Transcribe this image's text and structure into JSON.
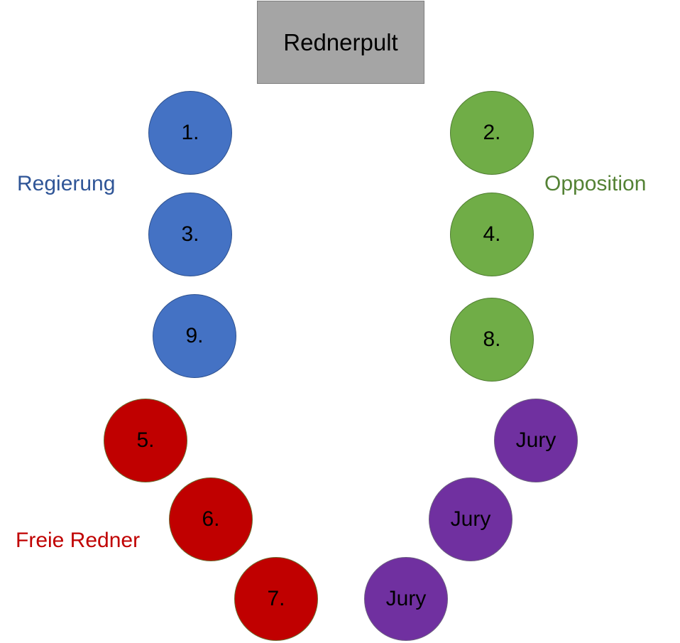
{
  "podium": {
    "label": "Rednerpult"
  },
  "groups": {
    "regierung": {
      "label": "Regierung",
      "color": "#2f5597",
      "fill": "#4472c4",
      "stroke": "#2f528f"
    },
    "opposition": {
      "label": "Opposition",
      "color": "#548235",
      "fill": "#70ad47",
      "stroke": "#507e32"
    },
    "freie_redner": {
      "label": "Freie Redner",
      "color": "#c00000",
      "fill": "#c00000",
      "stroke": "#6b6b2e"
    },
    "jury": {
      "label": "",
      "color": "#7030a0",
      "fill": "#7030a0",
      "stroke": "#6b5e80"
    }
  },
  "seats": [
    {
      "label": "1.",
      "group": "regierung"
    },
    {
      "label": "2.",
      "group": "opposition"
    },
    {
      "label": "3.",
      "group": "regierung"
    },
    {
      "label": "4.",
      "group": "opposition"
    },
    {
      "label": "9.",
      "group": "regierung"
    },
    {
      "label": "8.",
      "group": "opposition"
    },
    {
      "label": "5.",
      "group": "freie_redner"
    },
    {
      "label": "Jury",
      "group": "jury"
    },
    {
      "label": "6.",
      "group": "freie_redner"
    },
    {
      "label": "Jury",
      "group": "jury"
    },
    {
      "label": "7.",
      "group": "freie_redner"
    },
    {
      "label": "Jury",
      "group": "jury"
    }
  ]
}
